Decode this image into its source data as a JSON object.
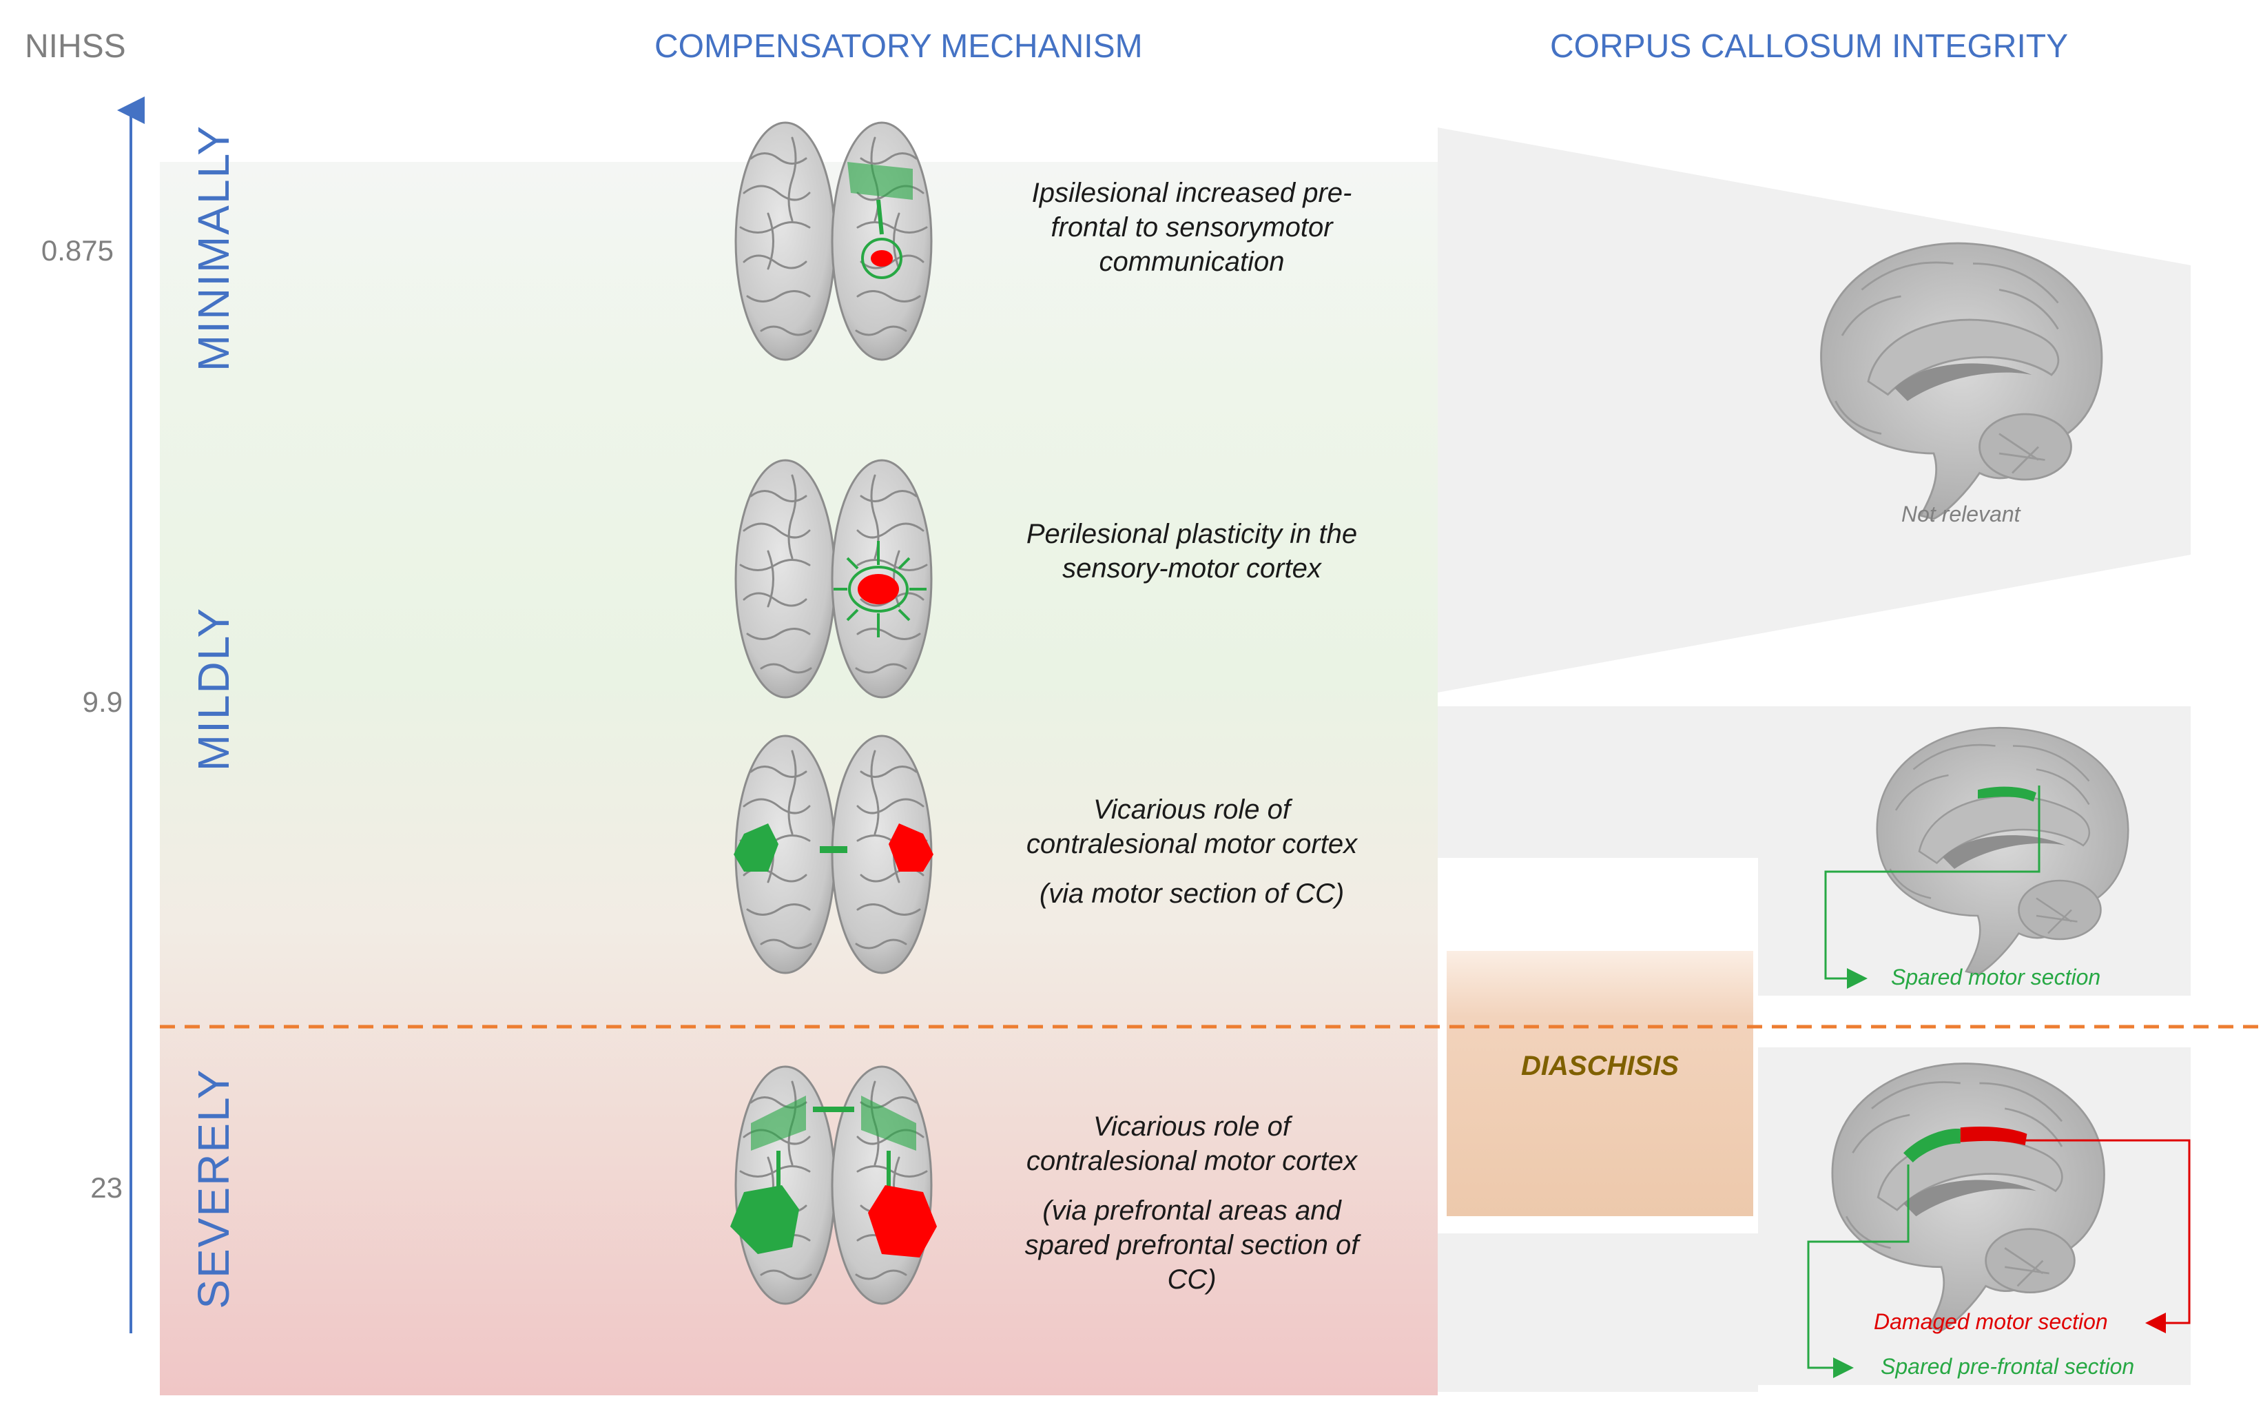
{
  "headers": {
    "nihss": "NIHSS",
    "compensatory": "COMPENSATORY MECHANISM",
    "corpus": "CORPUS CALLOSUM INTEGRITY"
  },
  "axis_ticks": [
    "0.875",
    "9.9",
    "23"
  ],
  "severity_labels": [
    "MINIMALLY",
    "MILDLY",
    "SEVERELY"
  ],
  "mechanisms": [
    {
      "lines": [
        "Ipsilesional increased pre-",
        "frontal to sensorymotor",
        "communication"
      ]
    },
    {
      "lines": [
        "Perilesional plasticity in the",
        "sensory-motor cortex"
      ]
    },
    {
      "lines": [
        "Vicarious role of",
        "contralesional motor cortex"
      ],
      "extra": [
        "(via motor section of CC)"
      ]
    },
    {
      "lines": [
        "Vicarious role of",
        "contralesional motor cortex"
      ],
      "extra": [
        "(via prefrontal areas and",
        "spared prefrontal section of",
        "CC)"
      ]
    }
  ],
  "cc_captions": {
    "not_relevant": "Not relevant",
    "spared_motor": "Spared motor section",
    "damaged_motor": "Damaged motor section",
    "spared_prefrontal": "Spared pre-frontal section"
  },
  "diaschisis": "DIASCHISIS",
  "colors": {
    "header_blue": "#4472c4",
    "lesion_red": "#ff0000",
    "compensation_green": "#27a844",
    "threshold_orange": "#ed7d31",
    "diaschisis_text": "#7f6000"
  }
}
